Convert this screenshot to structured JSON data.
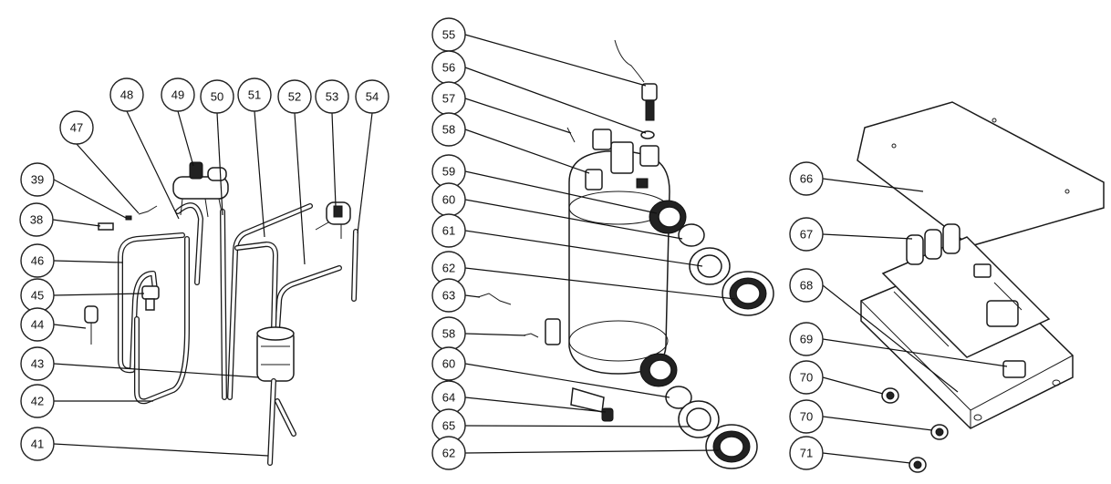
{
  "callouts": {
    "c38": "38",
    "c39": "39",
    "c41": "41",
    "c42": "42",
    "c43": "43",
    "c44": "44",
    "c45": "45",
    "c46": "46",
    "c47": "47",
    "c48": "48",
    "c49": "49",
    "c50": "50",
    "c51": "51",
    "c52": "52",
    "c53": "53",
    "c54": "54",
    "c55": "55",
    "c56": "56",
    "c57": "57",
    "c58a": "58",
    "c59": "59",
    "c60a": "60",
    "c61": "61",
    "c62a": "62",
    "c63": "63",
    "c58b": "58",
    "c60b": "60",
    "c64": "64",
    "c65": "65",
    "c62b": "62",
    "c66": "66",
    "c67": "67",
    "c68": "68",
    "c69": "69",
    "c70a": "70",
    "c70b": "70",
    "c71": "71"
  },
  "colors": {
    "line": "#111111",
    "background": "#ffffff"
  }
}
